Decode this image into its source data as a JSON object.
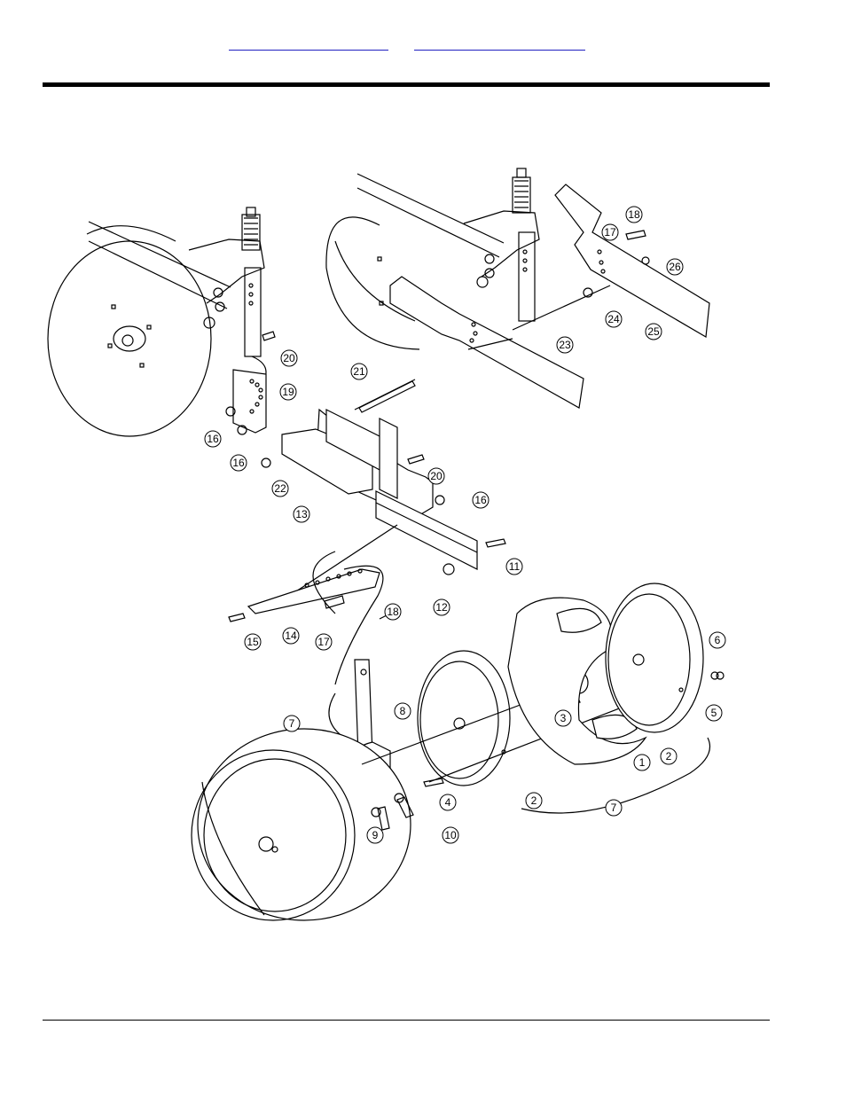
{
  "header": {
    "link1_text": "",
    "link2_text": ""
  },
  "diagram": {
    "callouts": [
      "20",
      "19",
      "16",
      "16",
      "21",
      "20",
      "22",
      "13",
      "16",
      "11",
      "12",
      "18",
      "17",
      "15",
      "14",
      "17",
      "18",
      "26",
      "24",
      "25",
      "23",
      "6",
      "5",
      "3",
      "8",
      "7",
      "1",
      "2",
      "2",
      "4",
      "10",
      "9",
      "7"
    ]
  }
}
